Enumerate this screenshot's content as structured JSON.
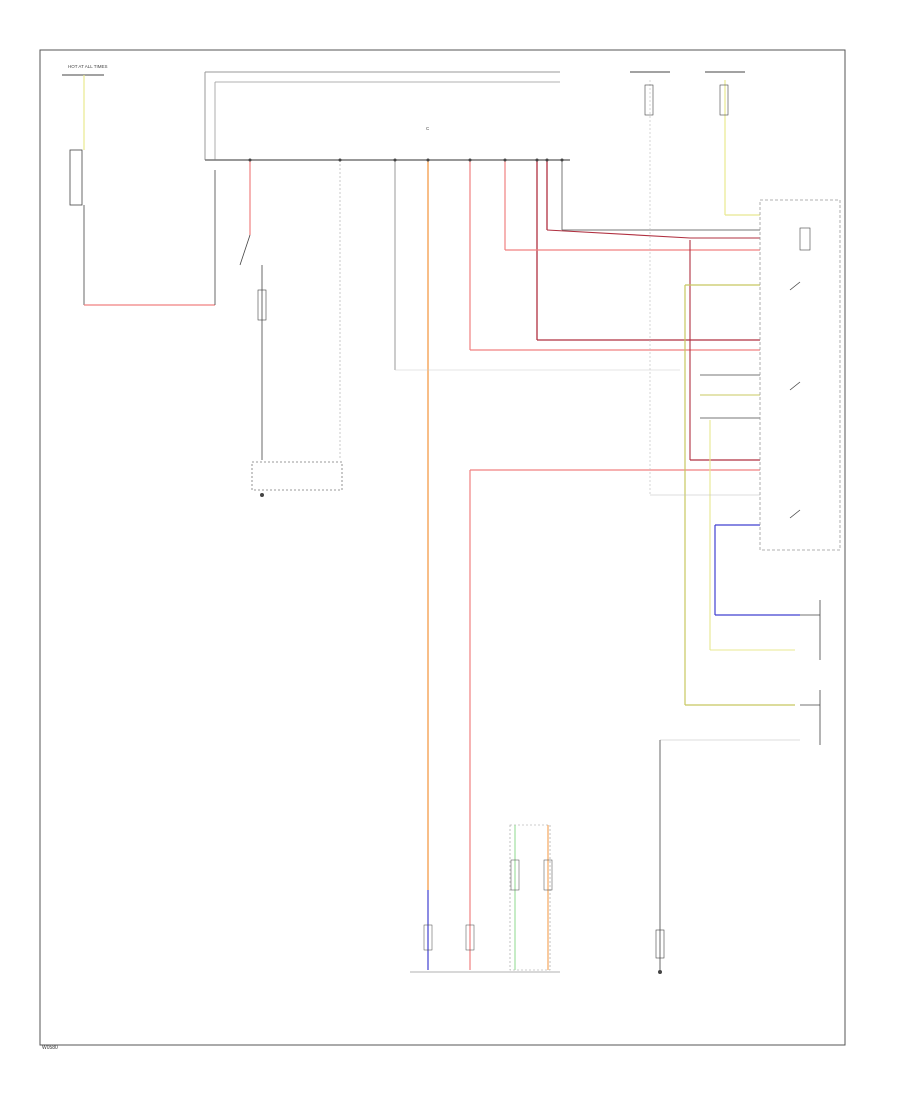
{
  "diagram": {
    "footer_code": "W0580",
    "fuse_note": "HOT AT ALL TIMES",
    "center_tap_label": "C",
    "colors": {
      "border": "#555555",
      "pink_red": "#f08080",
      "orange": "#f5a860",
      "yellow": "#e8e890",
      "olive": "#c8c860",
      "violet": "#4040d0",
      "green": "#a0e0a0",
      "gray": "#999999",
      "dark_red": "#b03040",
      "black": "#444444"
    }
  }
}
